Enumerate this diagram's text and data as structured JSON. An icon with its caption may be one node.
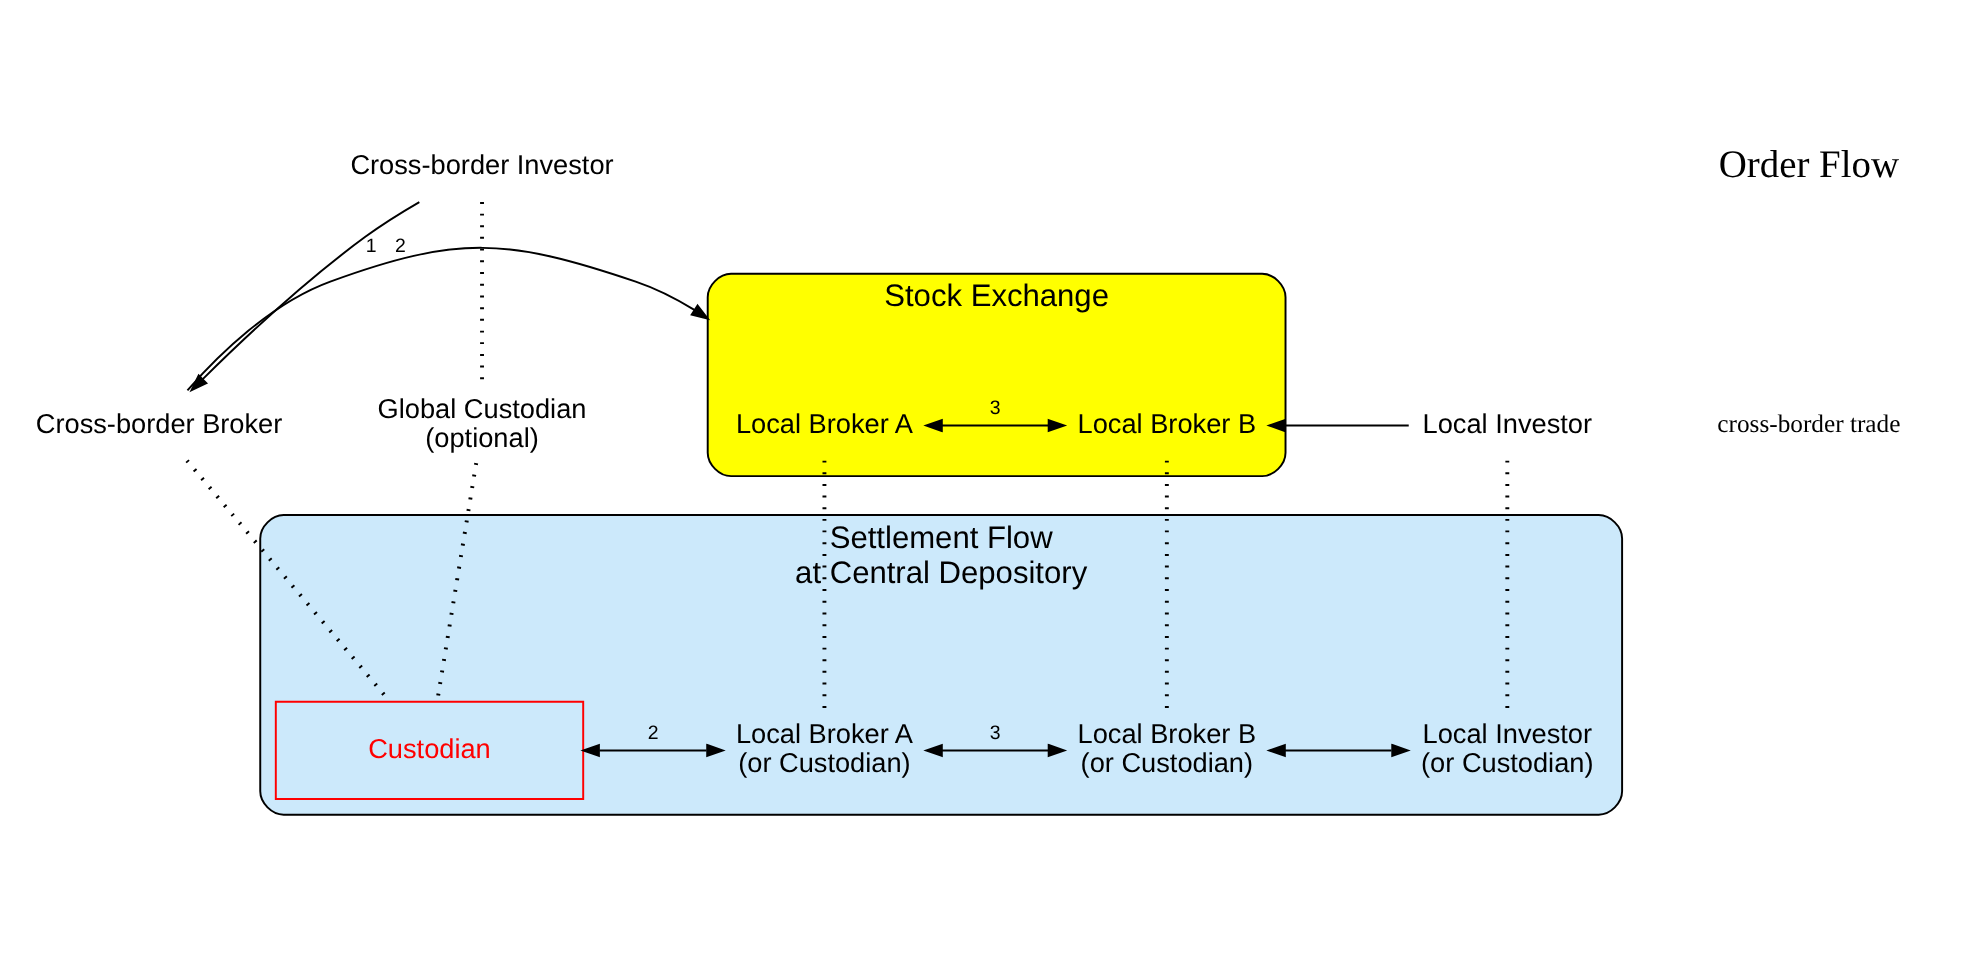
{
  "diagram": {
    "nodes": [
      {
        "text": [
          "Cross-border Investor"
        ]
      },
      {
        "text": [
          "Cross-border Broker"
        ]
      },
      {
        "text": [
          "Stock Exchange"
        ]
      },
      {
        "text": [
          "Local Broker A"
        ],
        "in": 2
      },
      {
        "text": [
          "Local Broker B"
        ],
        "in": 2
      },
      {
        "text": [
          "Local Investor"
        ]
      },
      {
        "text": [
          "Global Custodian",
          "(optional)"
        ]
      },
      {
        "text": [
          "Settlement Flow",
          "at Central Depository"
        ]
      },
      {
        "text": [
          "Custodian"
        ],
        "in": 7
      },
      {
        "text": [
          "Local Broker A",
          "(or Custodian)"
        ],
        "in": 7
      },
      {
        "text": [
          "Local Broker B",
          "(or Custodian)"
        ],
        "in": 7
      },
      {
        "text": [
          "Local Investor",
          "(or Custodian)"
        ],
        "in": 7
      }
    ],
    "edges": [
      {
        "from": 0,
        "to": 1,
        "arrow": "to",
        "label": "1"
      },
      {
        "from": 1,
        "to": 2,
        "arrow": "to",
        "label": "2"
      },
      {
        "from": 3,
        "to": 4,
        "arrow": "both",
        "label": "3"
      },
      {
        "from": 5,
        "to": 4,
        "arrow": "to"
      },
      {
        "from": 0,
        "to": 6,
        "arrow": "none",
        "style": "dashed"
      },
      {
        "from": 6,
        "to": 8,
        "arrow": "none",
        "style": "dashed"
      },
      {
        "from": 1,
        "to": 8,
        "arrow": "none",
        "style": "dashed"
      },
      {
        "from": 3,
        "to": 9,
        "arrow": "none",
        "style": "dashed"
      },
      {
        "from": 4,
        "to": 10,
        "arrow": "none",
        "style": "dashed"
      },
      {
        "from": 5,
        "to": 11,
        "arrow": "none",
        "style": "dashed"
      },
      {
        "from": 8,
        "to": 9,
        "arrow": "both",
        "label": "2"
      },
      {
        "from": 9,
        "to": 10,
        "arrow": "both",
        "label": "3"
      },
      {
        "from": 10,
        "to": 11,
        "arrow": "both"
      }
    ],
    "labels": [
      "Order Flow",
      "cross-border trade"
    ]
  }
}
